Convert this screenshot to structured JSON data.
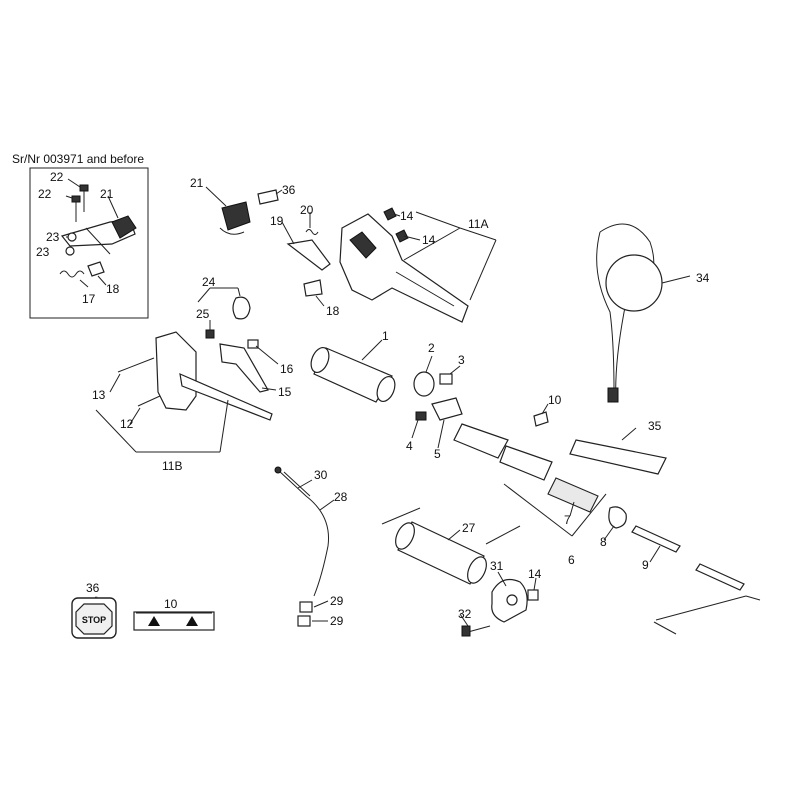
{
  "inset": {
    "title": "Sr/Nr 003971 and before",
    "labels": [
      "22",
      "22",
      "21",
      "23",
      "23",
      "17",
      "18"
    ]
  },
  "callouts": [
    "21",
    "36",
    "20",
    "19",
    "14",
    "14",
    "11A",
    "18",
    "24",
    "25",
    "16",
    "15",
    "13",
    "12",
    "11B",
    "1",
    "2",
    "3",
    "4",
    "5",
    "10",
    "35",
    "34",
    "30",
    "28",
    "29",
    "29",
    "27",
    "31",
    "14",
    "32",
    "7",
    "8",
    "6",
    "9"
  ],
  "stop_decal": {
    "number": "36",
    "text": "STOP"
  },
  "arrow_decal": {
    "number": "10"
  }
}
